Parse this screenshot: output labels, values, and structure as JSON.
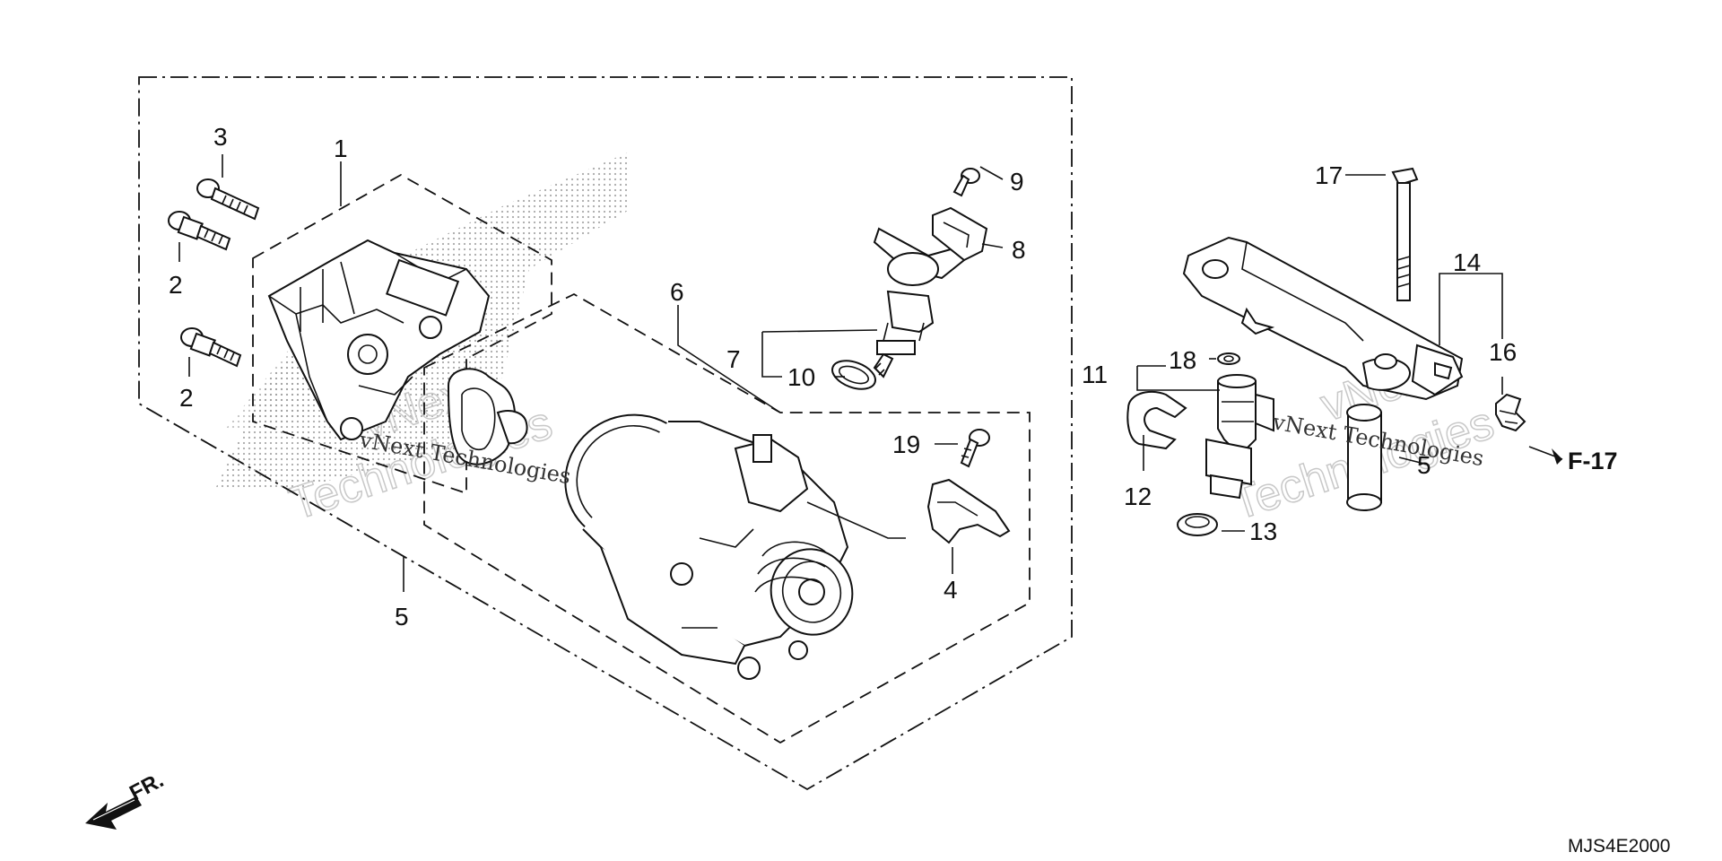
{
  "callouts": {
    "c1": "1",
    "c2a": "2",
    "c2b": "2",
    "c3": "3",
    "c4": "4",
    "c5a": "5",
    "c5b": "5",
    "c6": "6",
    "c7": "7",
    "c8": "8",
    "c9": "9",
    "c10": "10",
    "c11": "11",
    "c12": "12",
    "c13": "13",
    "c14": "14",
    "c16": "16",
    "c17": "17",
    "c18": "18",
    "c19": "19"
  },
  "reference": "F-17",
  "front_label": "FR.",
  "diagram_code": "MJS4E2000",
  "watermarks": {
    "w1": "vNext Technologies",
    "w2": "vNext Technologies",
    "w3a": "vNext",
    "w3b": "Technologies",
    "w4a": "vNext",
    "w4b": "Technologies"
  }
}
